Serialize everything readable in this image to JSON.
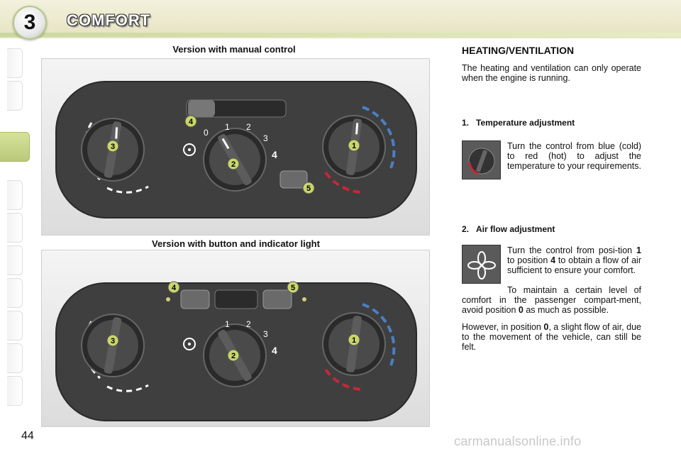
{
  "header": {
    "chapter_number": "3",
    "chapter_title": "COMFORT"
  },
  "captions": {
    "manual": "Version with manual control",
    "button": "Version with button and indicator light"
  },
  "callouts": [
    "1",
    "2",
    "3",
    "4",
    "5"
  ],
  "dial_marks": {
    "air_0": "0",
    "air_1": "1",
    "air_2": "2",
    "air_3": "3",
    "air_4": "4"
  },
  "section": {
    "title": "HEATING/VENTILATION",
    "intro": "The heating and ventilation can only operate when the engine is running."
  },
  "items": [
    {
      "heading": "1.   Temperature adjustment",
      "text": "Turn the control from blue (cold) to red (hot) to adjust the temperature to your requirements."
    },
    {
      "heading": "2.   Air flow adjustment",
      "text_a": "Turn the control from posi-tion ",
      "text_b": "1",
      "text_c": " to position ",
      "text_d": "4",
      "text_e": " to obtain a flow of air sufficient to ensure your comfort.",
      "para2_a": "To maintain a certain level of comfort in the passenger compart-ment, avoid position ",
      "para2_b": "0",
      "para2_c": " as much as possible.",
      "para3_a": "However, in position ",
      "para3_b": "0",
      "para3_c": ", a slight flow of air, due to the movement of the vehicle, can still be felt."
    }
  ],
  "footer": {
    "page_number": "44",
    "watermark": "carmanualsonline.info"
  },
  "colors": {
    "cold": "#4a7fc4",
    "hot": "#c4283a",
    "callout": "#c9d66a",
    "panel_dark": "#3f3f3f"
  }
}
